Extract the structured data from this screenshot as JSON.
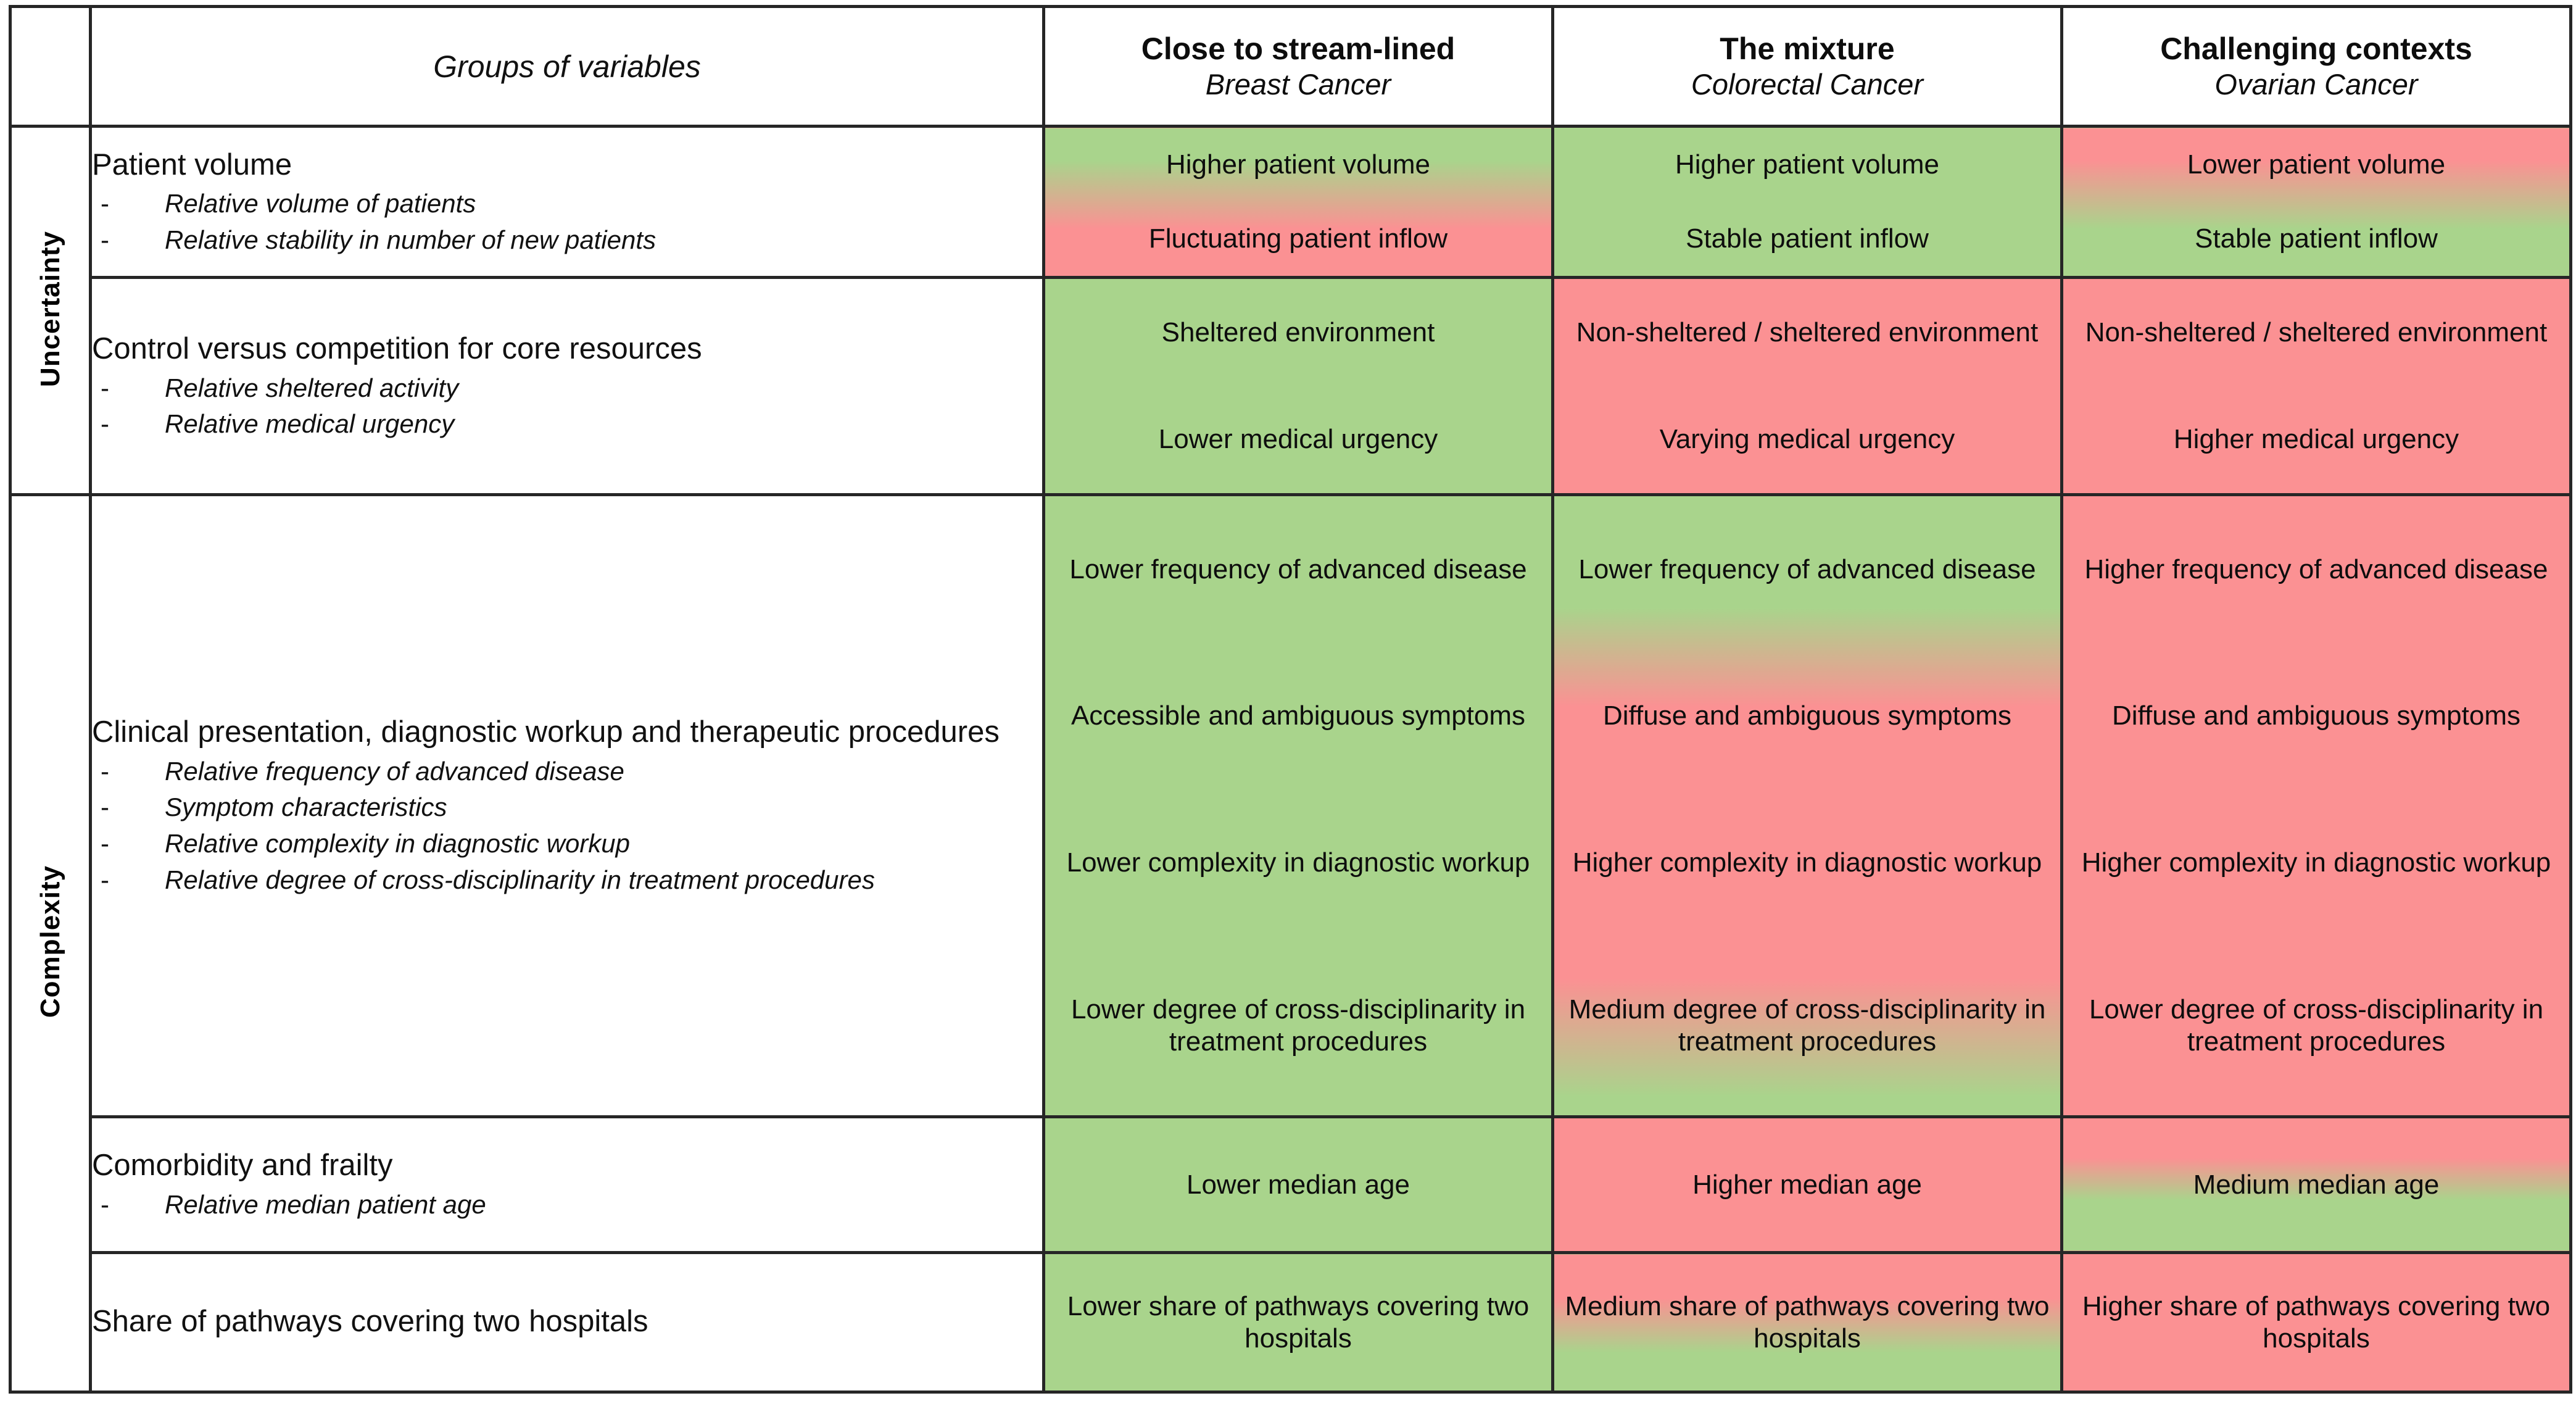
{
  "header": {
    "axis_col_label": "",
    "groups_label": "Groups of variables",
    "columns": [
      {
        "main": "Close to stream-lined",
        "sub": "Breast Cancer"
      },
      {
        "main": "The mixture",
        "sub": "Colorectal Cancer"
      },
      {
        "main": "Challenging contexts",
        "sub": "Ovarian Cancer"
      }
    ]
  },
  "axes": {
    "uncertainty": "Uncertainty",
    "complexity": "Complexity"
  },
  "colors": {
    "green": "#a9d48c",
    "red": "#fb9193",
    "border": "#262626",
    "text": "#0d0d0d"
  },
  "rows": [
    {
      "id": "patient-volume",
      "axis": "Uncertainty",
      "title": "Patient volume",
      "bullets": [
        "Relative volume of patients",
        "Relative stability in number of new patients"
      ],
      "cells": [
        {
          "fill": "green-to-red",
          "lines": [
            "Higher patient volume",
            "Fluctuating patient inflow"
          ]
        },
        {
          "fill": "green",
          "lines": [
            "Higher patient volume",
            "Stable patient inflow"
          ]
        },
        {
          "fill": "red-to-green",
          "lines": [
            "Lower patient volume",
            "Stable patient inflow"
          ]
        }
      ]
    },
    {
      "id": "control-versus-competition",
      "axis": "Uncertainty",
      "title": "Control versus competition for core resources",
      "bullets": [
        "Relative sheltered activity",
        "Relative medical urgency"
      ],
      "cells": [
        {
          "fill": "green",
          "lines": [
            "Sheltered environment",
            "Lower medical urgency"
          ]
        },
        {
          "fill": "red",
          "lines": [
            "Non-sheltered / sheltered environment",
            "Varying medical urgency"
          ]
        },
        {
          "fill": "red",
          "lines": [
            "Non-sheltered / sheltered environment",
            "Higher medical urgency"
          ]
        }
      ]
    },
    {
      "id": "clinical-presentation",
      "axis": "Complexity",
      "title": "Clinical presentation, diagnostic workup and therapeutic procedures",
      "bullets": [
        "Relative frequency of advanced disease",
        "Symptom characteristics",
        "Relative complexity in diagnostic workup",
        "Relative degree of cross-disciplinarity  in treatment procedures"
      ],
      "cells": [
        {
          "fill": "green",
          "lines": [
            "Lower frequency of advanced disease",
            "Accessible and ambiguous symptoms",
            "Lower complexity in diagnostic workup",
            "Lower degree of cross-disciplinarity in treatment procedures"
          ]
        },
        {
          "fill": "green-red-green",
          "lines": [
            "Lower frequency of advanced disease",
            "Diffuse and ambiguous symptoms",
            "Higher complexity in diagnostic workup",
            "Medium degree of cross-disciplinarity  in treatment procedures"
          ]
        },
        {
          "fill": "red",
          "lines": [
            "Higher frequency of advanced disease",
            "Diffuse and ambiguous symptoms",
            "Higher complexity in diagnostic workup",
            "Lower degree of cross-disciplinarity in treatment procedures"
          ]
        }
      ]
    },
    {
      "id": "comorbidity-frailty",
      "axis": "Complexity",
      "title": "Comorbidity and frailty",
      "bullets": [
        "Relative median patient age"
      ],
      "cells": [
        {
          "fill": "green",
          "lines": [
            "Lower median age"
          ]
        },
        {
          "fill": "red",
          "lines": [
            "Higher median age"
          ]
        },
        {
          "fill": "red-to-green",
          "lines": [
            "Medium median age"
          ]
        }
      ]
    },
    {
      "id": "share-of-pathways",
      "axis": "Complexity",
      "title": "Share of pathways covering two hospitals",
      "bullets": [],
      "cells": [
        {
          "fill": "green",
          "lines": [
            "Lower share of pathways covering two hospitals"
          ]
        },
        {
          "fill": "red-to-green-mid",
          "lines": [
            "Medium share of pathways covering two hospitals"
          ]
        },
        {
          "fill": "red",
          "lines": [
            "Higher share of pathways covering two hospitals"
          ]
        }
      ]
    }
  ]
}
